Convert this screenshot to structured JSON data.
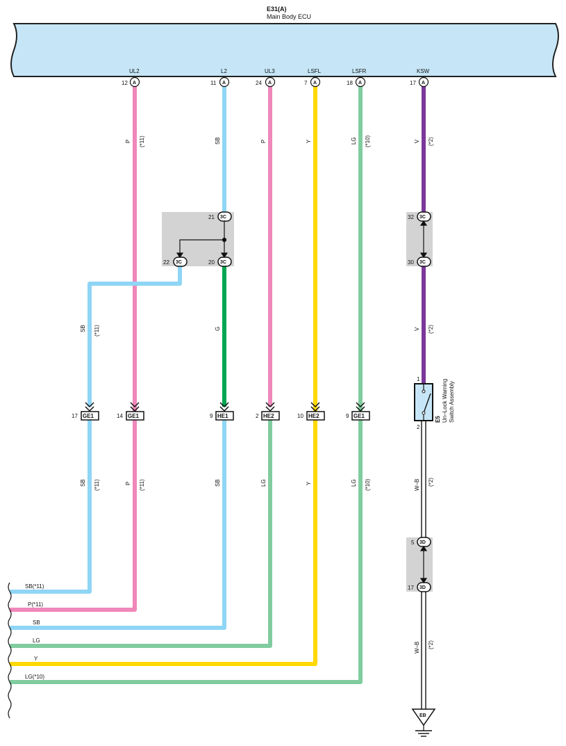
{
  "ecu": {
    "title": "E31(A)",
    "subtitle": "Main Body ECU",
    "color": "#c6e6f7"
  },
  "pins": [
    {
      "name": "UL2",
      "number": "12",
      "letter": "A"
    },
    {
      "name": "L2",
      "number": "11",
      "letter": "A"
    },
    {
      "name": "UL3",
      "number": "24",
      "letter": "A"
    },
    {
      "name": "LSFL",
      "number": "7",
      "letter": "A"
    },
    {
      "name": "LSFR",
      "number": "18",
      "letter": "A"
    },
    {
      "name": "KSW",
      "number": "17",
      "letter": "A"
    }
  ],
  "wire_labels": {
    "p_upper": "P",
    "p_upper_note": "(*11)",
    "sb_upper": "SB",
    "p2_upper": "P",
    "y_upper": "Y",
    "lg_upper": "LG",
    "lg_upper_note": "(*10)",
    "v_upper": "V",
    "v_upper_note": "(*2)",
    "sb_mid": "SB",
    "sb_mid_note": "(*11)",
    "g_mid": "G",
    "v_mid": "V",
    "v_mid_note": "(*2)",
    "sb_low1": "SB",
    "sb_low1_note": "(*11)",
    "p_low": "P",
    "p_low_note": "(*11)",
    "sb_low2": "SB",
    "lg_low1": "LG",
    "y_low": "Y",
    "lg_low2": "LG",
    "lg_low2_note": "(*10)",
    "wb_upper": "W–B",
    "wb_upper_note": "(*2)",
    "wb_lower": "W–B",
    "wb_lower_note": "(*2)"
  },
  "junction_3c_pins": {
    "p21": "21",
    "p22": "22",
    "p20": "20",
    "p32": "32",
    "p30": "30",
    "id": "3C"
  },
  "junction_3d_pins": {
    "p5": "5",
    "p17": "17",
    "id": "3D"
  },
  "connectors": [
    {
      "pin": "17",
      "id": "GE1"
    },
    {
      "pin": "14",
      "id": "GE1"
    },
    {
      "pin": "9",
      "id": "HE1"
    },
    {
      "pin": "2",
      "id": "HE2"
    },
    {
      "pin": "10",
      "id": "HE2"
    },
    {
      "pin": "9",
      "id": "GE1"
    }
  ],
  "switch": {
    "pin_top": "1",
    "pin_bottom": "2",
    "code": "E5",
    "name_line1": "Un–Lock Warning",
    "name_line2": "Switch Assembly"
  },
  "ground": {
    "id": "EB"
  },
  "exits": [
    {
      "label": "SB(*11)"
    },
    {
      "label": "P(*11)"
    },
    {
      "label": "SB"
    },
    {
      "label": "LG"
    },
    {
      "label": "Y"
    },
    {
      "label": "LG(*10)"
    }
  ],
  "colors": {
    "SB": "#8fd5f5",
    "P": "#ef87bb",
    "G": "#00a651",
    "Y": "#ffd800",
    "LG": "#80cc9f",
    "V": "#7b3799",
    "junction_box": "#d3d3d3"
  }
}
